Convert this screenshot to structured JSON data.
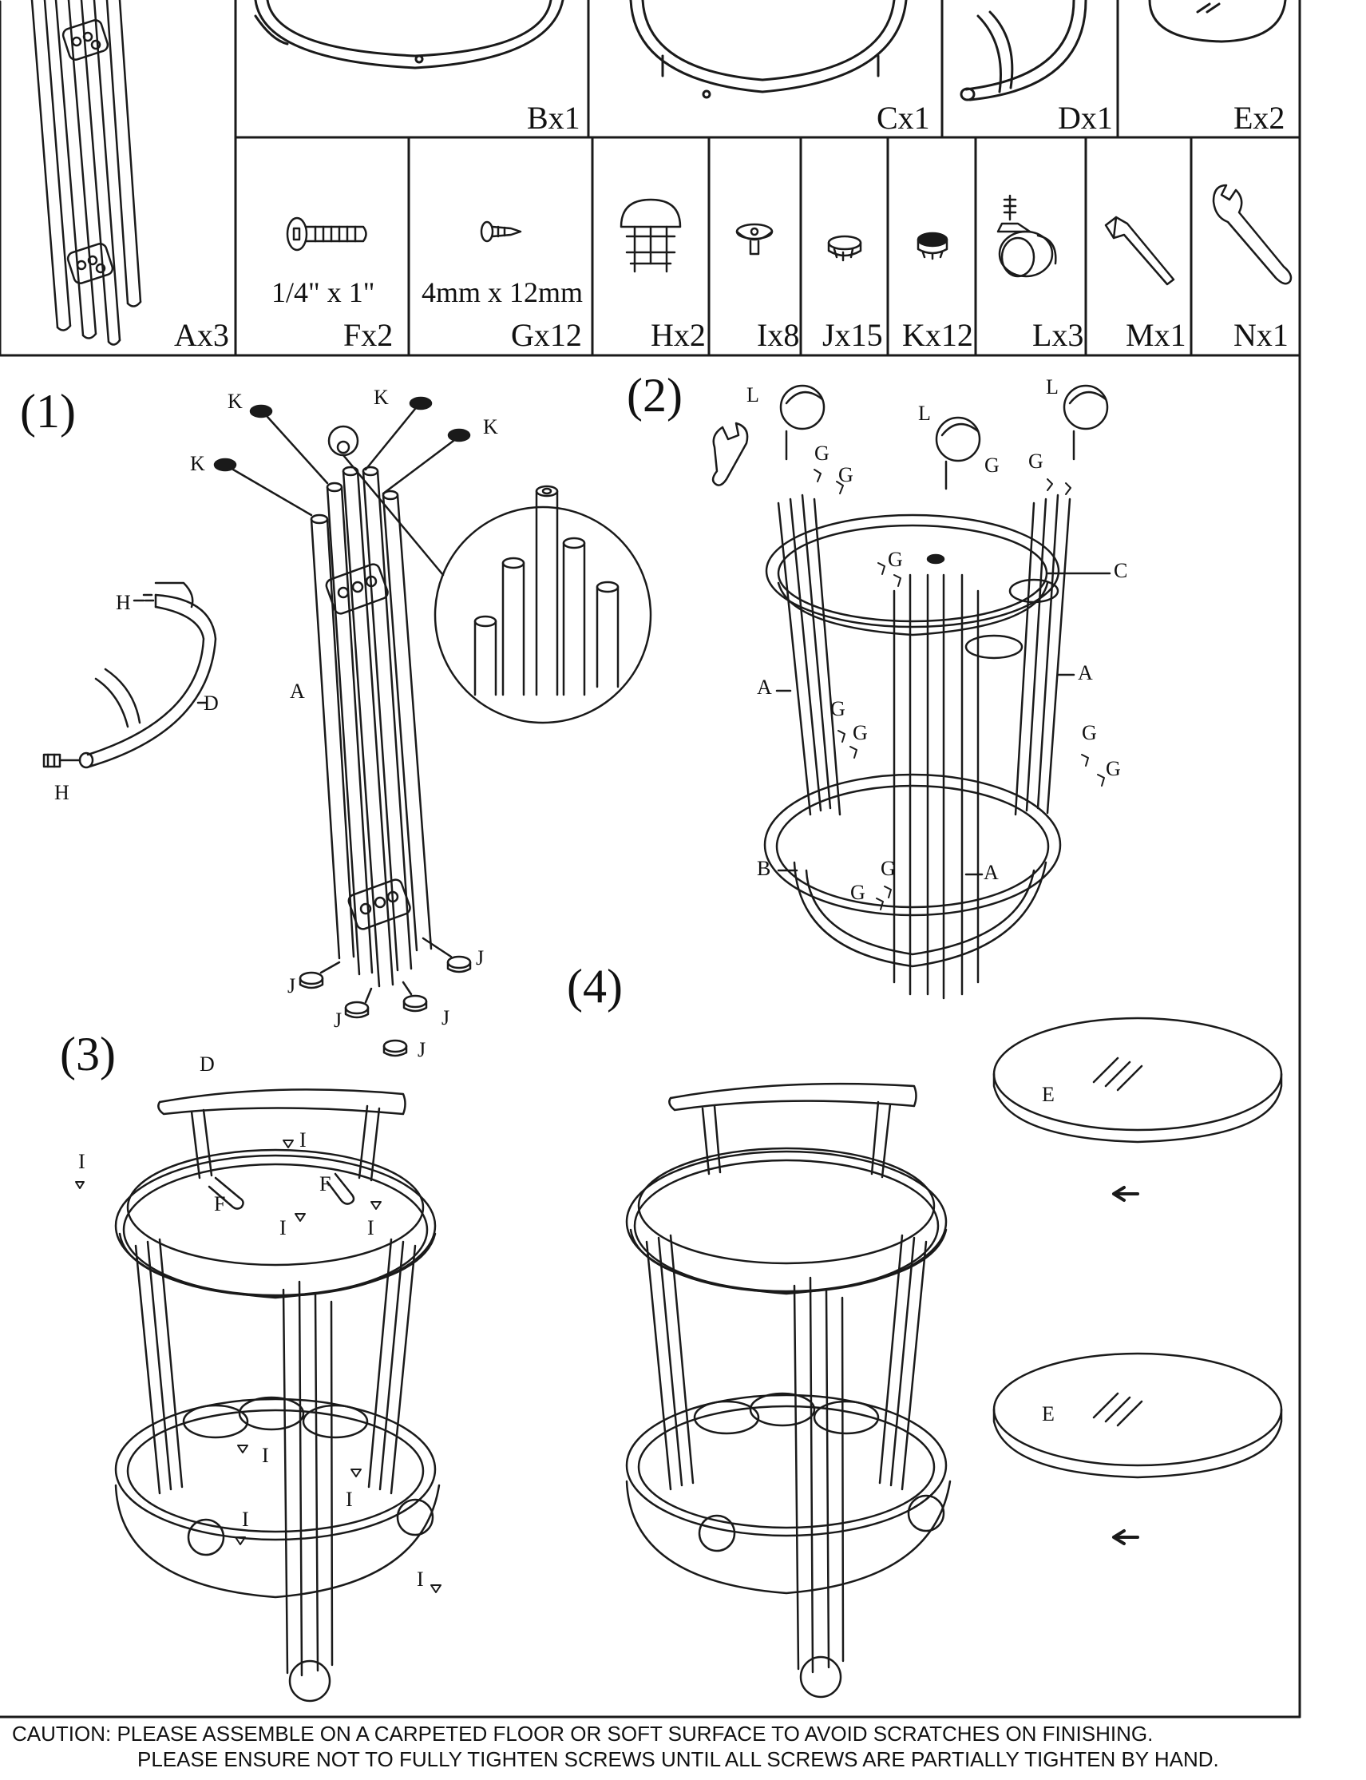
{
  "parts": {
    "A": "Ax3",
    "B": "Bx1",
    "C": "Cx1",
    "D": "Dx1",
    "E": "Ex2",
    "F": "Fx2",
    "F_size": "1/4\" x 1\"",
    "G": "Gx12",
    "G_size": "4mm x 12mm",
    "H": "Hx2",
    "I": "Ix8",
    "J": "Jx15",
    "K": "Kx12",
    "L": "Lx3",
    "M": "Mx1",
    "N": "Nx1"
  },
  "steps": {
    "s1": "(1)",
    "s2": "(2)",
    "s3": "(3)",
    "s4": "(4)"
  },
  "callouts": {
    "A": "A",
    "B": "B",
    "C": "C",
    "D": "D",
    "E": "E",
    "F": "F",
    "G": "G",
    "H": "H",
    "I": "I",
    "J": "J",
    "K": "K",
    "L": "L"
  },
  "caution": {
    "line1": "CAUTION: PLEASE ASSEMBLE ON A CARPETED FLOOR OR SOFT SURFACE TO AVOID SCRATCHES ON FINISHING.",
    "line2": "PLEASE ENSURE NOT TO FULLY TIGHTEN SCREWS UNTIL ALL SCREWS ARE PARTIALLY TIGHTEN BY HAND."
  }
}
